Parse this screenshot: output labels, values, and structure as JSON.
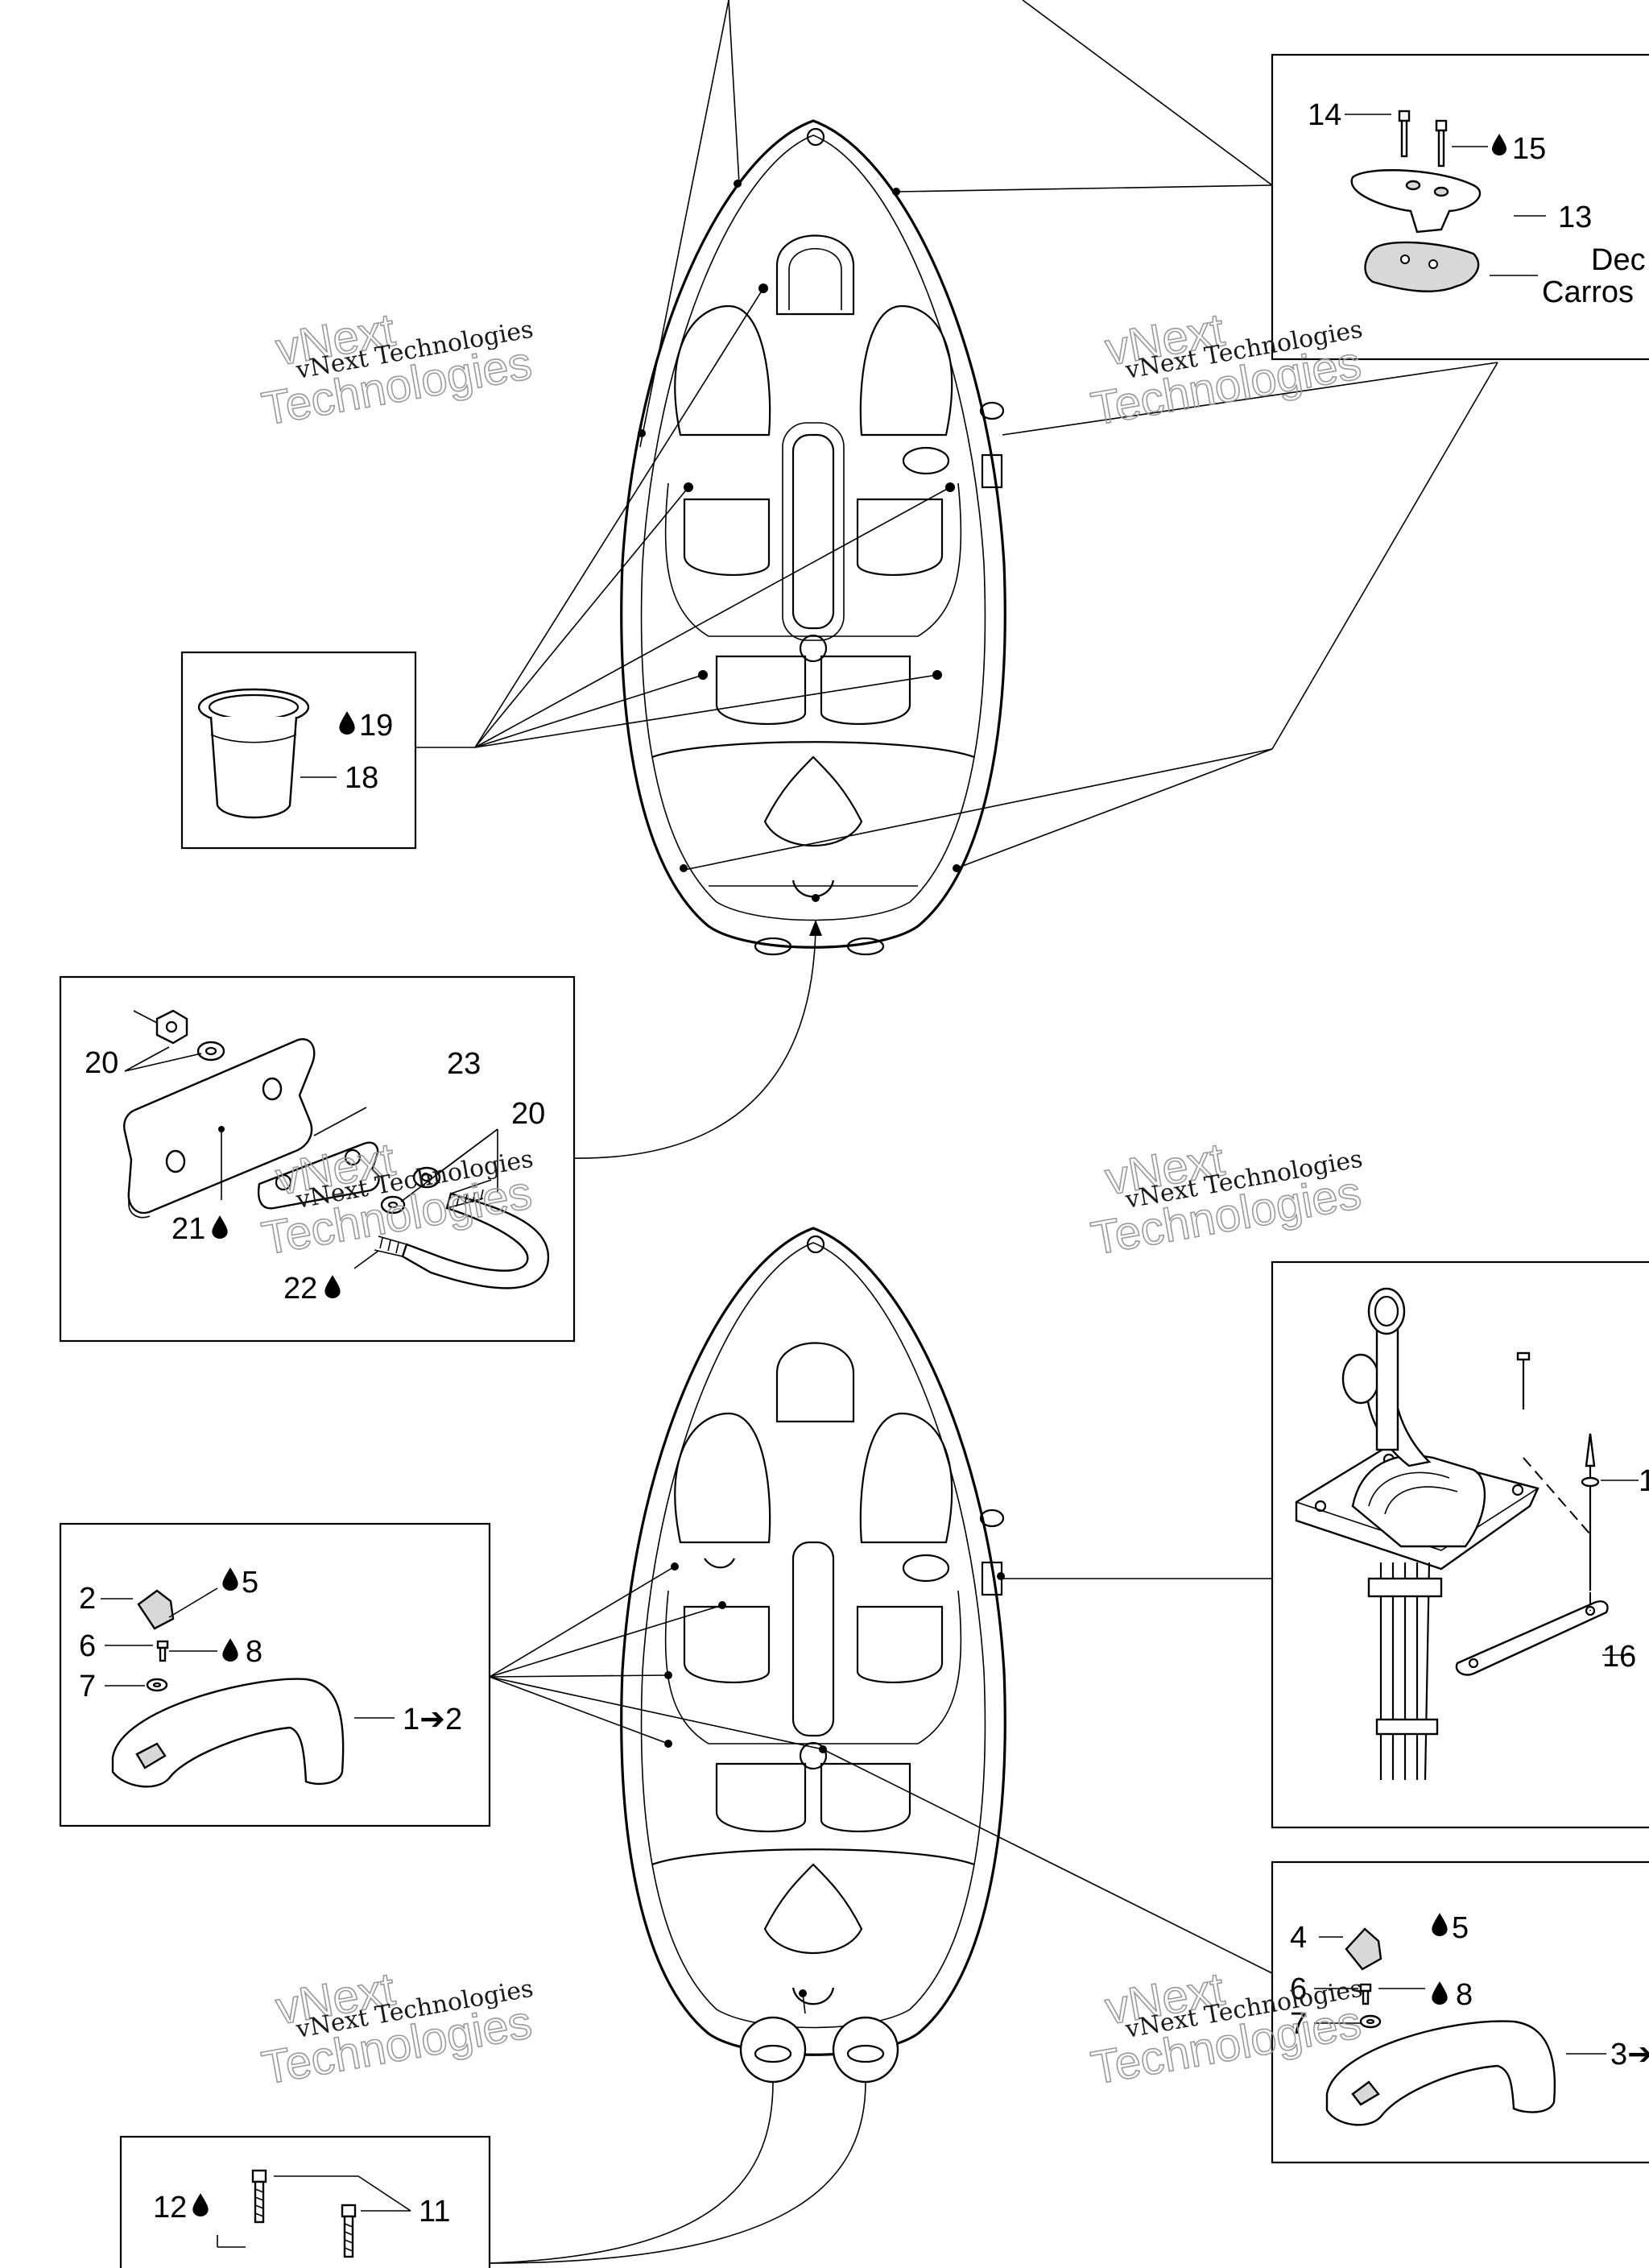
{
  "callouts": {
    "c1": "1",
    "c2": "2",
    "c3": "3",
    "c4": "4",
    "c5": "5",
    "c5b": "5",
    "c6": "6",
    "c6b": "6",
    "c7": "7",
    "c7b": "7",
    "c8": "8",
    "c8b": "8",
    "c11": "11",
    "c12": "12",
    "c13": "13",
    "c14": "14",
    "c15": "15",
    "c16": "16",
    "c17": "1",
    "c18": "18",
    "c19": "19",
    "c20a": "20",
    "c20b": "20",
    "c21": "21",
    "c22": "22",
    "c23": "23"
  },
  "arrow_labels": {
    "a12": "1➔2",
    "a3": "3➔"
  },
  "notes": {
    "decal_line1": "Dec",
    "decal_line2": "Carros"
  },
  "watermark": {
    "line1": "vNext Technologies",
    "line2": "vNext Technologies"
  },
  "icons": {
    "adhesive": "drop-icon",
    "bolt": "bolt-icon",
    "cup_holder": "cup-holder-icon",
    "cleat": "cleat-icon",
    "handle": "grab-handle-icon",
    "u_bolt": "u-bolt-icon",
    "throttle": "throttle-control-icon"
  },
  "colors": {
    "ink": "#000000",
    "background": "#ffffff",
    "watermark_outline": "#9a9a9a"
  }
}
